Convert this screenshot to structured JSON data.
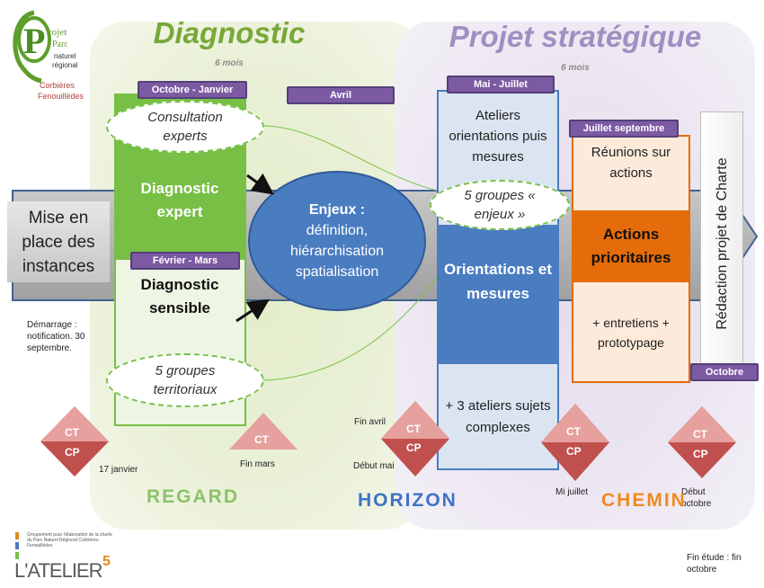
{
  "logo": {
    "p_letter": "P",
    "lines": [
      "rojet",
      "Parc",
      "naturel",
      "régional",
      "Corbières",
      "Fenouillèdes"
    ]
  },
  "phases": {
    "diagnostic": {
      "title": "Diagnostic",
      "duration": "6 mois"
    },
    "strategique": {
      "title": "Projet stratégique",
      "duration": "6 mois"
    }
  },
  "mise_en_place": "Mise en place des instances",
  "demarrage": "Démarrage : notification. 30 septembre.",
  "tags": {
    "oct_jan": "Octobre - Janvier",
    "avril": "Avril",
    "fev_mars": "Février - Mars",
    "mai_juillet": "Mai - Juillet",
    "juillet_sept": "Juillet septembre",
    "octobre": "Octobre"
  },
  "clouds": {
    "consultation": "Consultation experts",
    "groupes_territoriaux": "5 groupes territoriaux",
    "groupes_enjeux": "5 groupes « enjeux »"
  },
  "diagnostic_expert": "Diagnostic expert",
  "diagnostic_sensible": "Diagnostic sensible",
  "enjeux": {
    "title": "Enjeux :",
    "body": "définition, hiérarchisation spatialisation"
  },
  "ateliers": "Ateliers orientations puis mesures",
  "orientations": "Orientations et mesures",
  "trois_ateliers": "+ 3 ateliers sujets complexes",
  "reunions": "Réunions sur actions",
  "actions": "Actions prioritaires",
  "entretiens": "+ entretiens + prototypage",
  "redaction": "Rédaction projet de Charte",
  "milestones": {
    "ct": "CT",
    "cp": "CP",
    "m1": "17 janvier",
    "m2": "Fin mars",
    "m3_top": "Fin avril",
    "m3_bottom": "Début mai",
    "m4": "Mi juillet",
    "m5": "Début octobre",
    "fin": "Fin étude : fin octobre"
  },
  "axes": {
    "regard": "REGARD",
    "horizon": "HORIZON",
    "chemin": "CHEMIN"
  },
  "atelier_logo": {
    "small_text": "Groupement pour l'élaboration de la charte du Parc Naturel Régional Corbières-Fenouillèdes",
    "name": "L'ATELIER",
    "sup": "5"
  },
  "colors": {
    "green": "#77bf45",
    "purple": "#7c5aa3",
    "blue": "#4a7cc0",
    "orange": "#e46c0a",
    "red_diamond": "#c0504d",
    "grey_arrow": "#a6a6a6"
  }
}
